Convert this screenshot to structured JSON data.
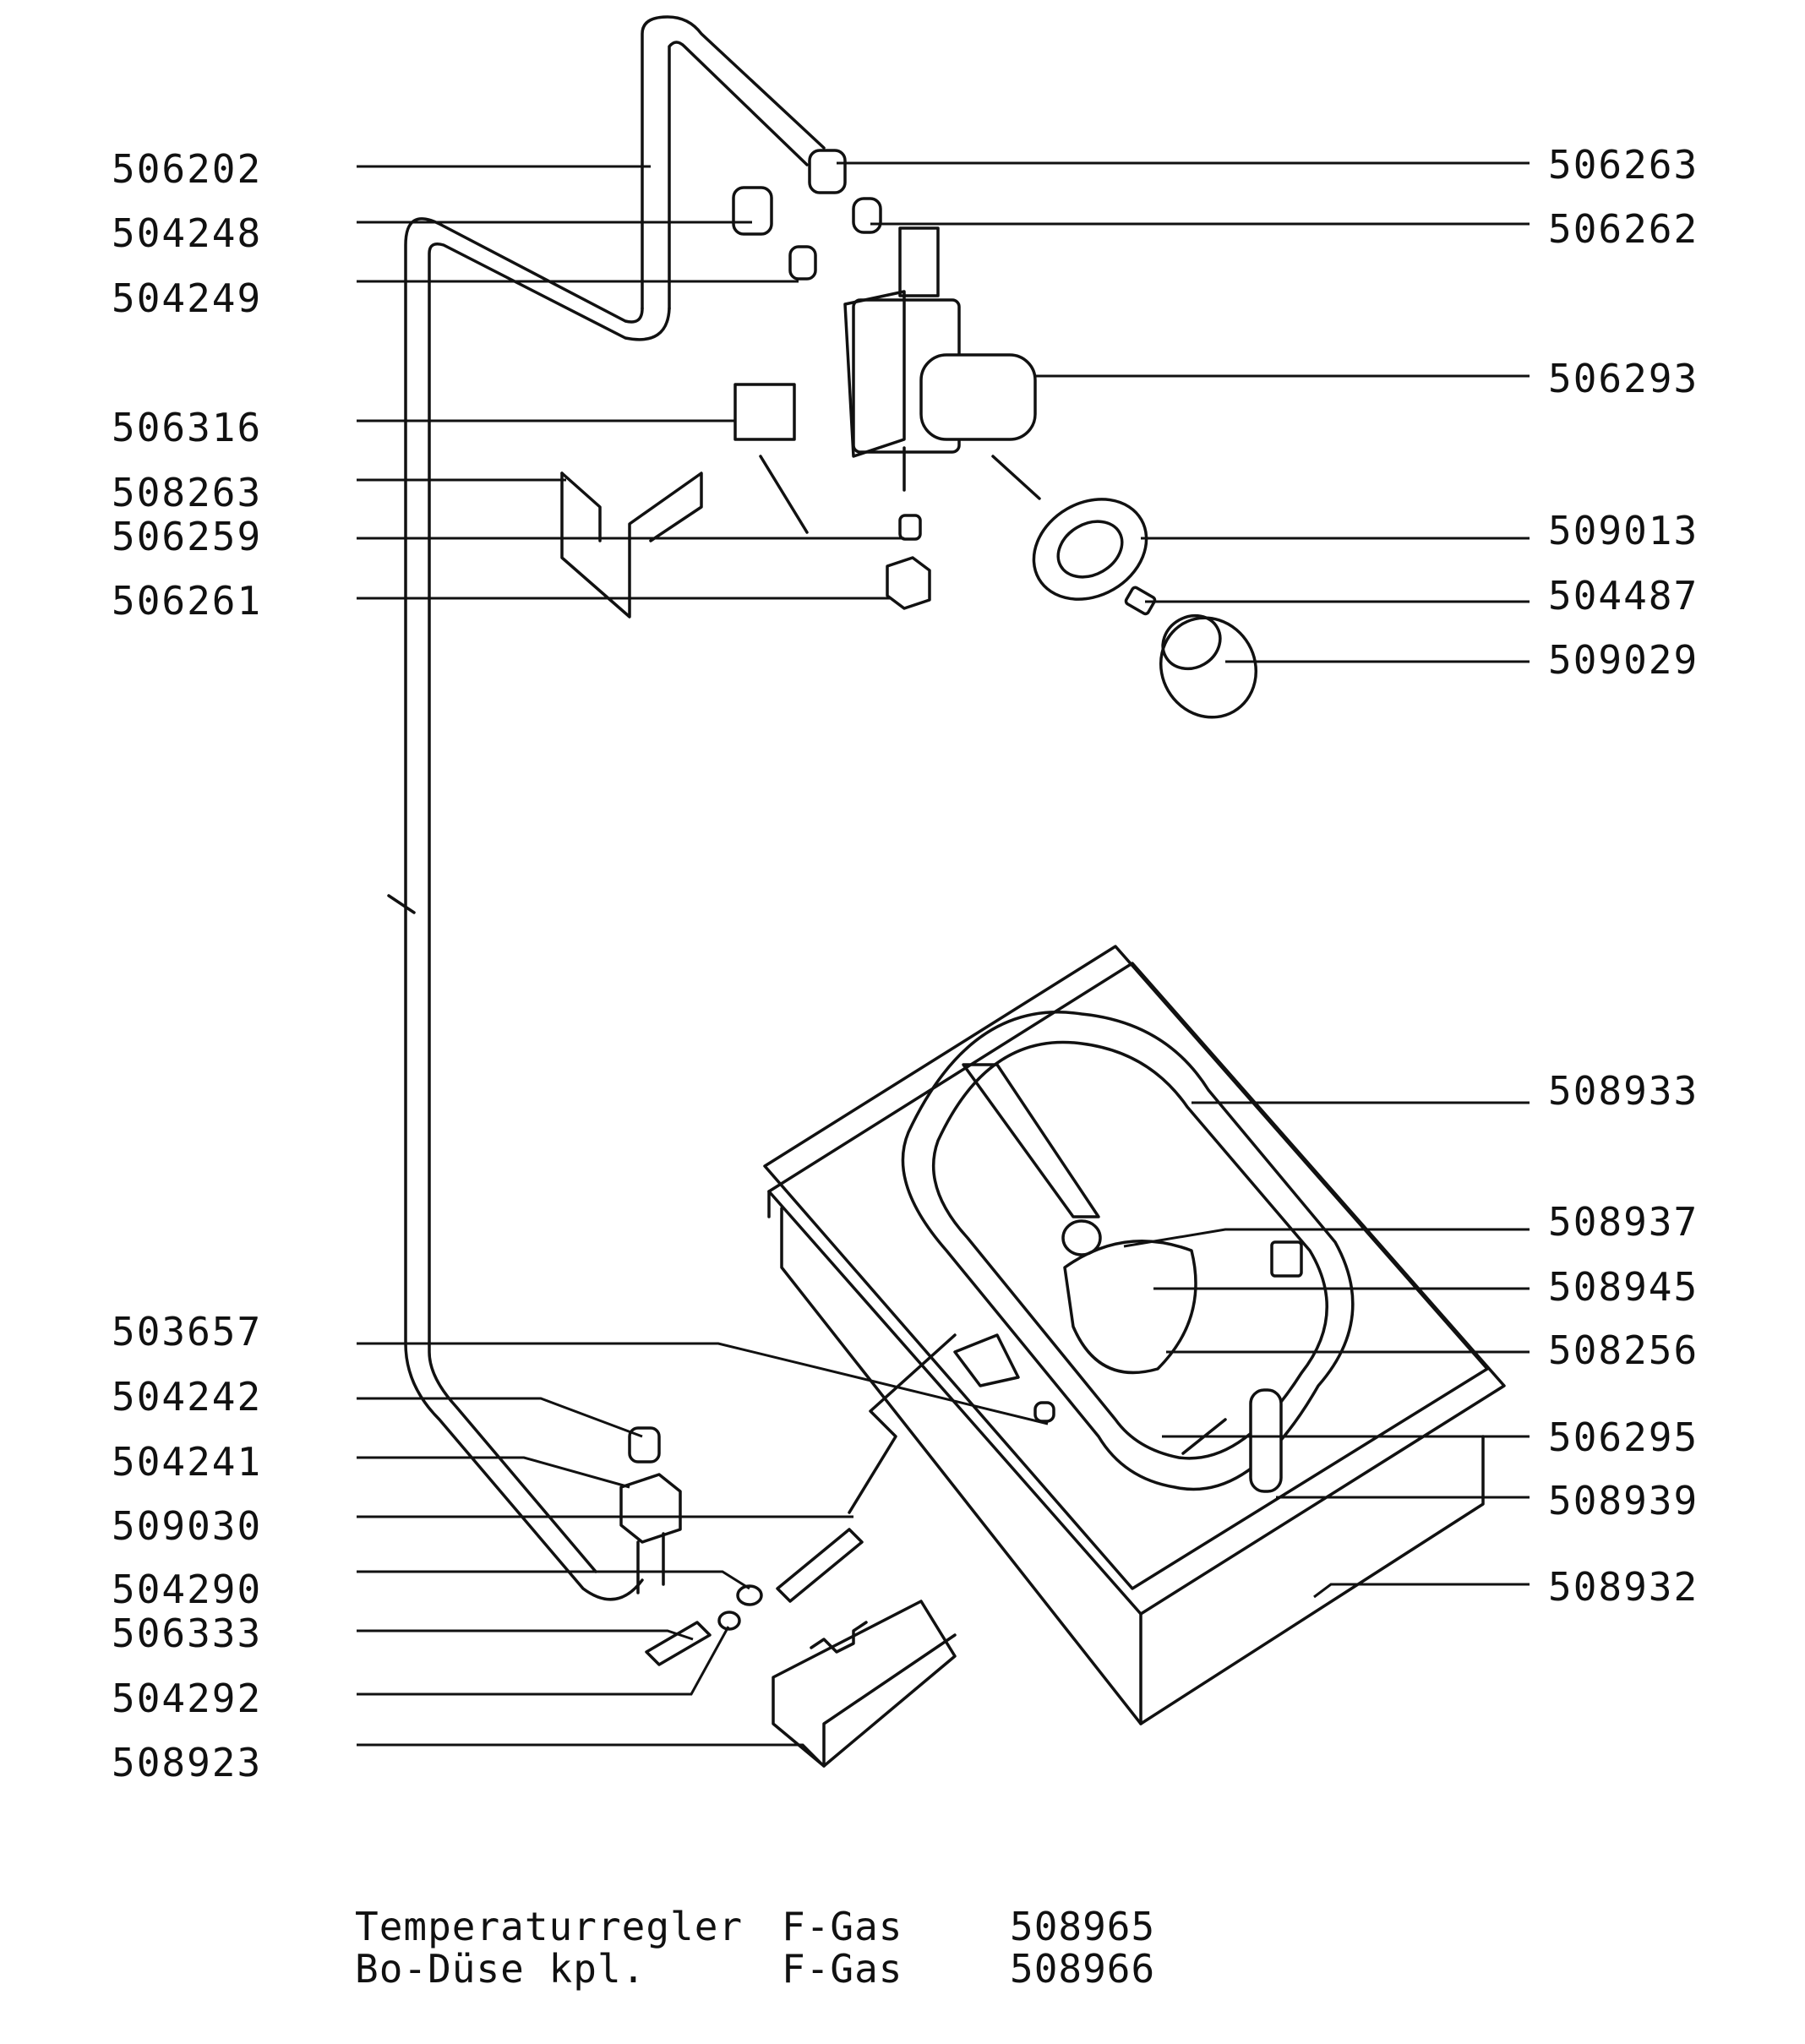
{
  "diagram": {
    "left_labels": [
      {
        "id": "506202",
        "text": "506202"
      },
      {
        "id": "504248",
        "text": "504248"
      },
      {
        "id": "504249",
        "text": "504249"
      },
      {
        "id": "506316",
        "text": "506316"
      },
      {
        "id": "508263",
        "text": "508263"
      },
      {
        "id": "506259",
        "text": "506259"
      },
      {
        "id": "506261",
        "text": "506261"
      },
      {
        "id": "503657",
        "text": "503657"
      },
      {
        "id": "504242",
        "text": "504242"
      },
      {
        "id": "504241",
        "text": "504241"
      },
      {
        "id": "509030",
        "text": "509030"
      },
      {
        "id": "504290",
        "text": "504290"
      },
      {
        "id": "506333",
        "text": "506333"
      },
      {
        "id": "504292",
        "text": "504292"
      },
      {
        "id": "508923",
        "text": "508923"
      }
    ],
    "right_labels": [
      {
        "id": "506263",
        "text": "506263"
      },
      {
        "id": "506262",
        "text": "506262"
      },
      {
        "id": "506293",
        "text": "506293"
      },
      {
        "id": "509013",
        "text": "509013"
      },
      {
        "id": "504487",
        "text": "504487"
      },
      {
        "id": "509029",
        "text": "509029"
      },
      {
        "id": "508933",
        "text": "508933"
      },
      {
        "id": "508937",
        "text": "508937"
      },
      {
        "id": "508945",
        "text": "508945"
      },
      {
        "id": "508256",
        "text": "508256"
      },
      {
        "id": "506295",
        "text": "506295"
      },
      {
        "id": "508939",
        "text": "508939"
      },
      {
        "id": "508932",
        "text": "508932"
      }
    ]
  },
  "footer": {
    "rows": [
      {
        "name": "Temperaturregler",
        "gas": "F-Gas",
        "number": "508965"
      },
      {
        "name": "Bo-Düse kpl.",
        "gas": "F-Gas",
        "number": "508966"
      }
    ]
  }
}
